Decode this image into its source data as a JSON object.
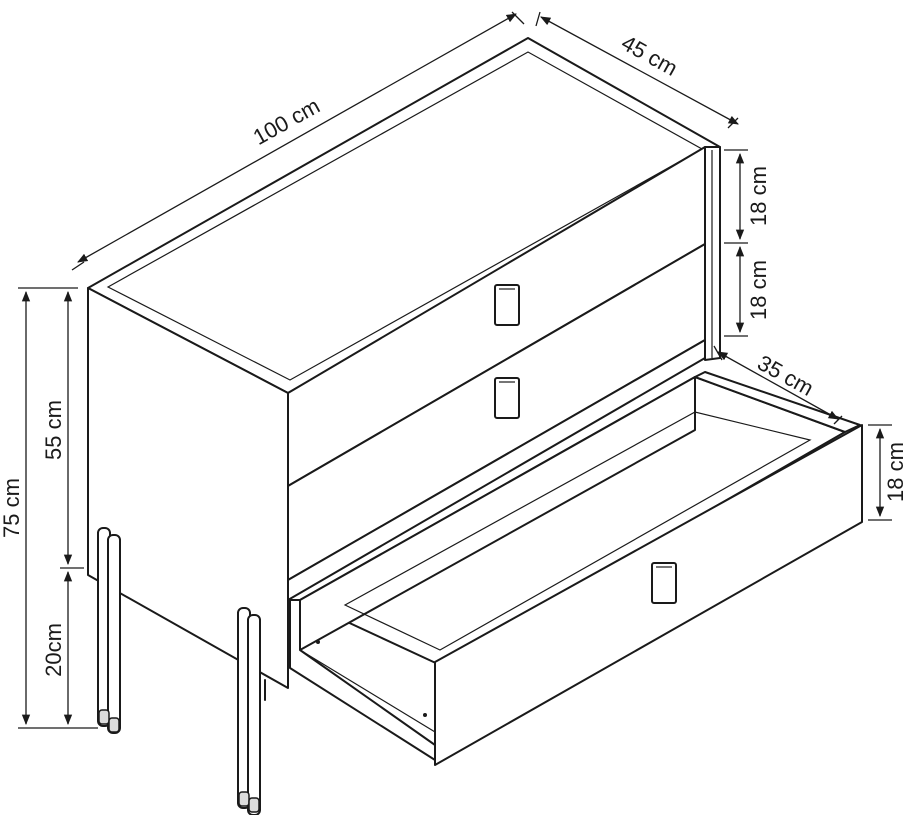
{
  "dimensions": {
    "width": "100 cm",
    "depth": "45 cm",
    "height_total": "75 cm",
    "height_body": "55 cm",
    "height_legs": "20cm",
    "drawer_front_1": "18 cm",
    "drawer_front_2": "18 cm",
    "drawer_depth": "35 cm",
    "drawer_open_height": "18 cm"
  }
}
